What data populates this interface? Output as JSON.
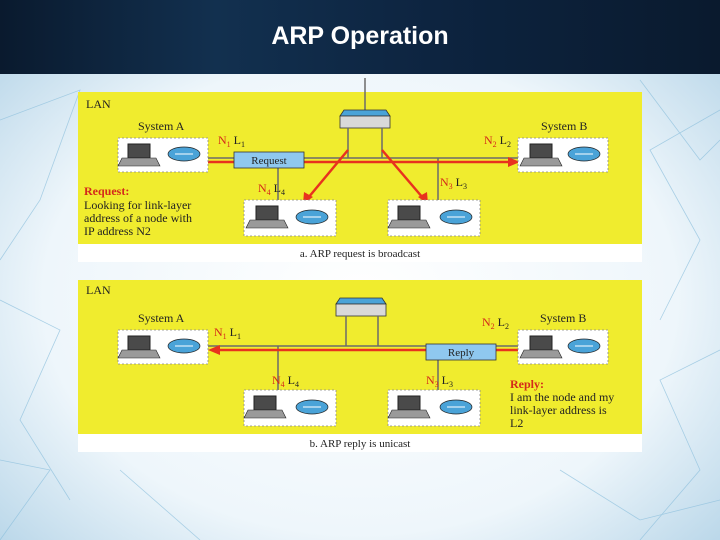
{
  "slide": {
    "title": "ARP Operation"
  },
  "panel_a": {
    "lan_label": "LAN",
    "system_a": "System A",
    "system_b": "System B",
    "n1_main": "N",
    "n1_sub": "1",
    "l1_main": "L",
    "l1_sub": "1",
    "n2_main": "N",
    "n2_sub": "2",
    "l2_main": "L",
    "l2_sub": "2",
    "n3_main": "N",
    "n3_sub": "3",
    "l3_main": "L",
    "l3_sub": "3",
    "n4_main": "N",
    "n4_sub": "4",
    "l4_main": "L",
    "l4_sub": "4",
    "packet_label": "Request",
    "note_title": "Request:",
    "note_lines": [
      "Looking for link-layer",
      "address of a node with",
      "IP address N2"
    ],
    "caption": "a. ARP request is broadcast"
  },
  "panel_b": {
    "lan_label": "LAN",
    "system_a": "System A",
    "system_b": "System B",
    "n1_main": "N",
    "n1_sub": "1",
    "l1_main": "L",
    "l1_sub": "1",
    "n2_main": "N",
    "n2_sub": "2",
    "l2_main": "L",
    "l2_sub": "2",
    "n3_main": "N",
    "n3_sub": "3",
    "l3_main": "L",
    "l3_sub": "3",
    "n4_main": "N",
    "n4_sub": "4",
    "l4_main": "L",
    "l4_sub": "4",
    "packet_label": "Reply",
    "note_title": "Reply:",
    "note_lines": [
      "I am the node and my",
      "link-layer address is",
      "L2"
    ],
    "caption": "b. ARP reply is unicast"
  },
  "colors": {
    "panel_yellow": "#f0ec2e",
    "node_box": "#ffffff",
    "arrow_red": "#e8321e",
    "label_red": "#d42a1a",
    "packet_blue": "#8fc8ef",
    "switch_blue": "#4aa3d8",
    "bus_gray": "#6b6b6b"
  }
}
